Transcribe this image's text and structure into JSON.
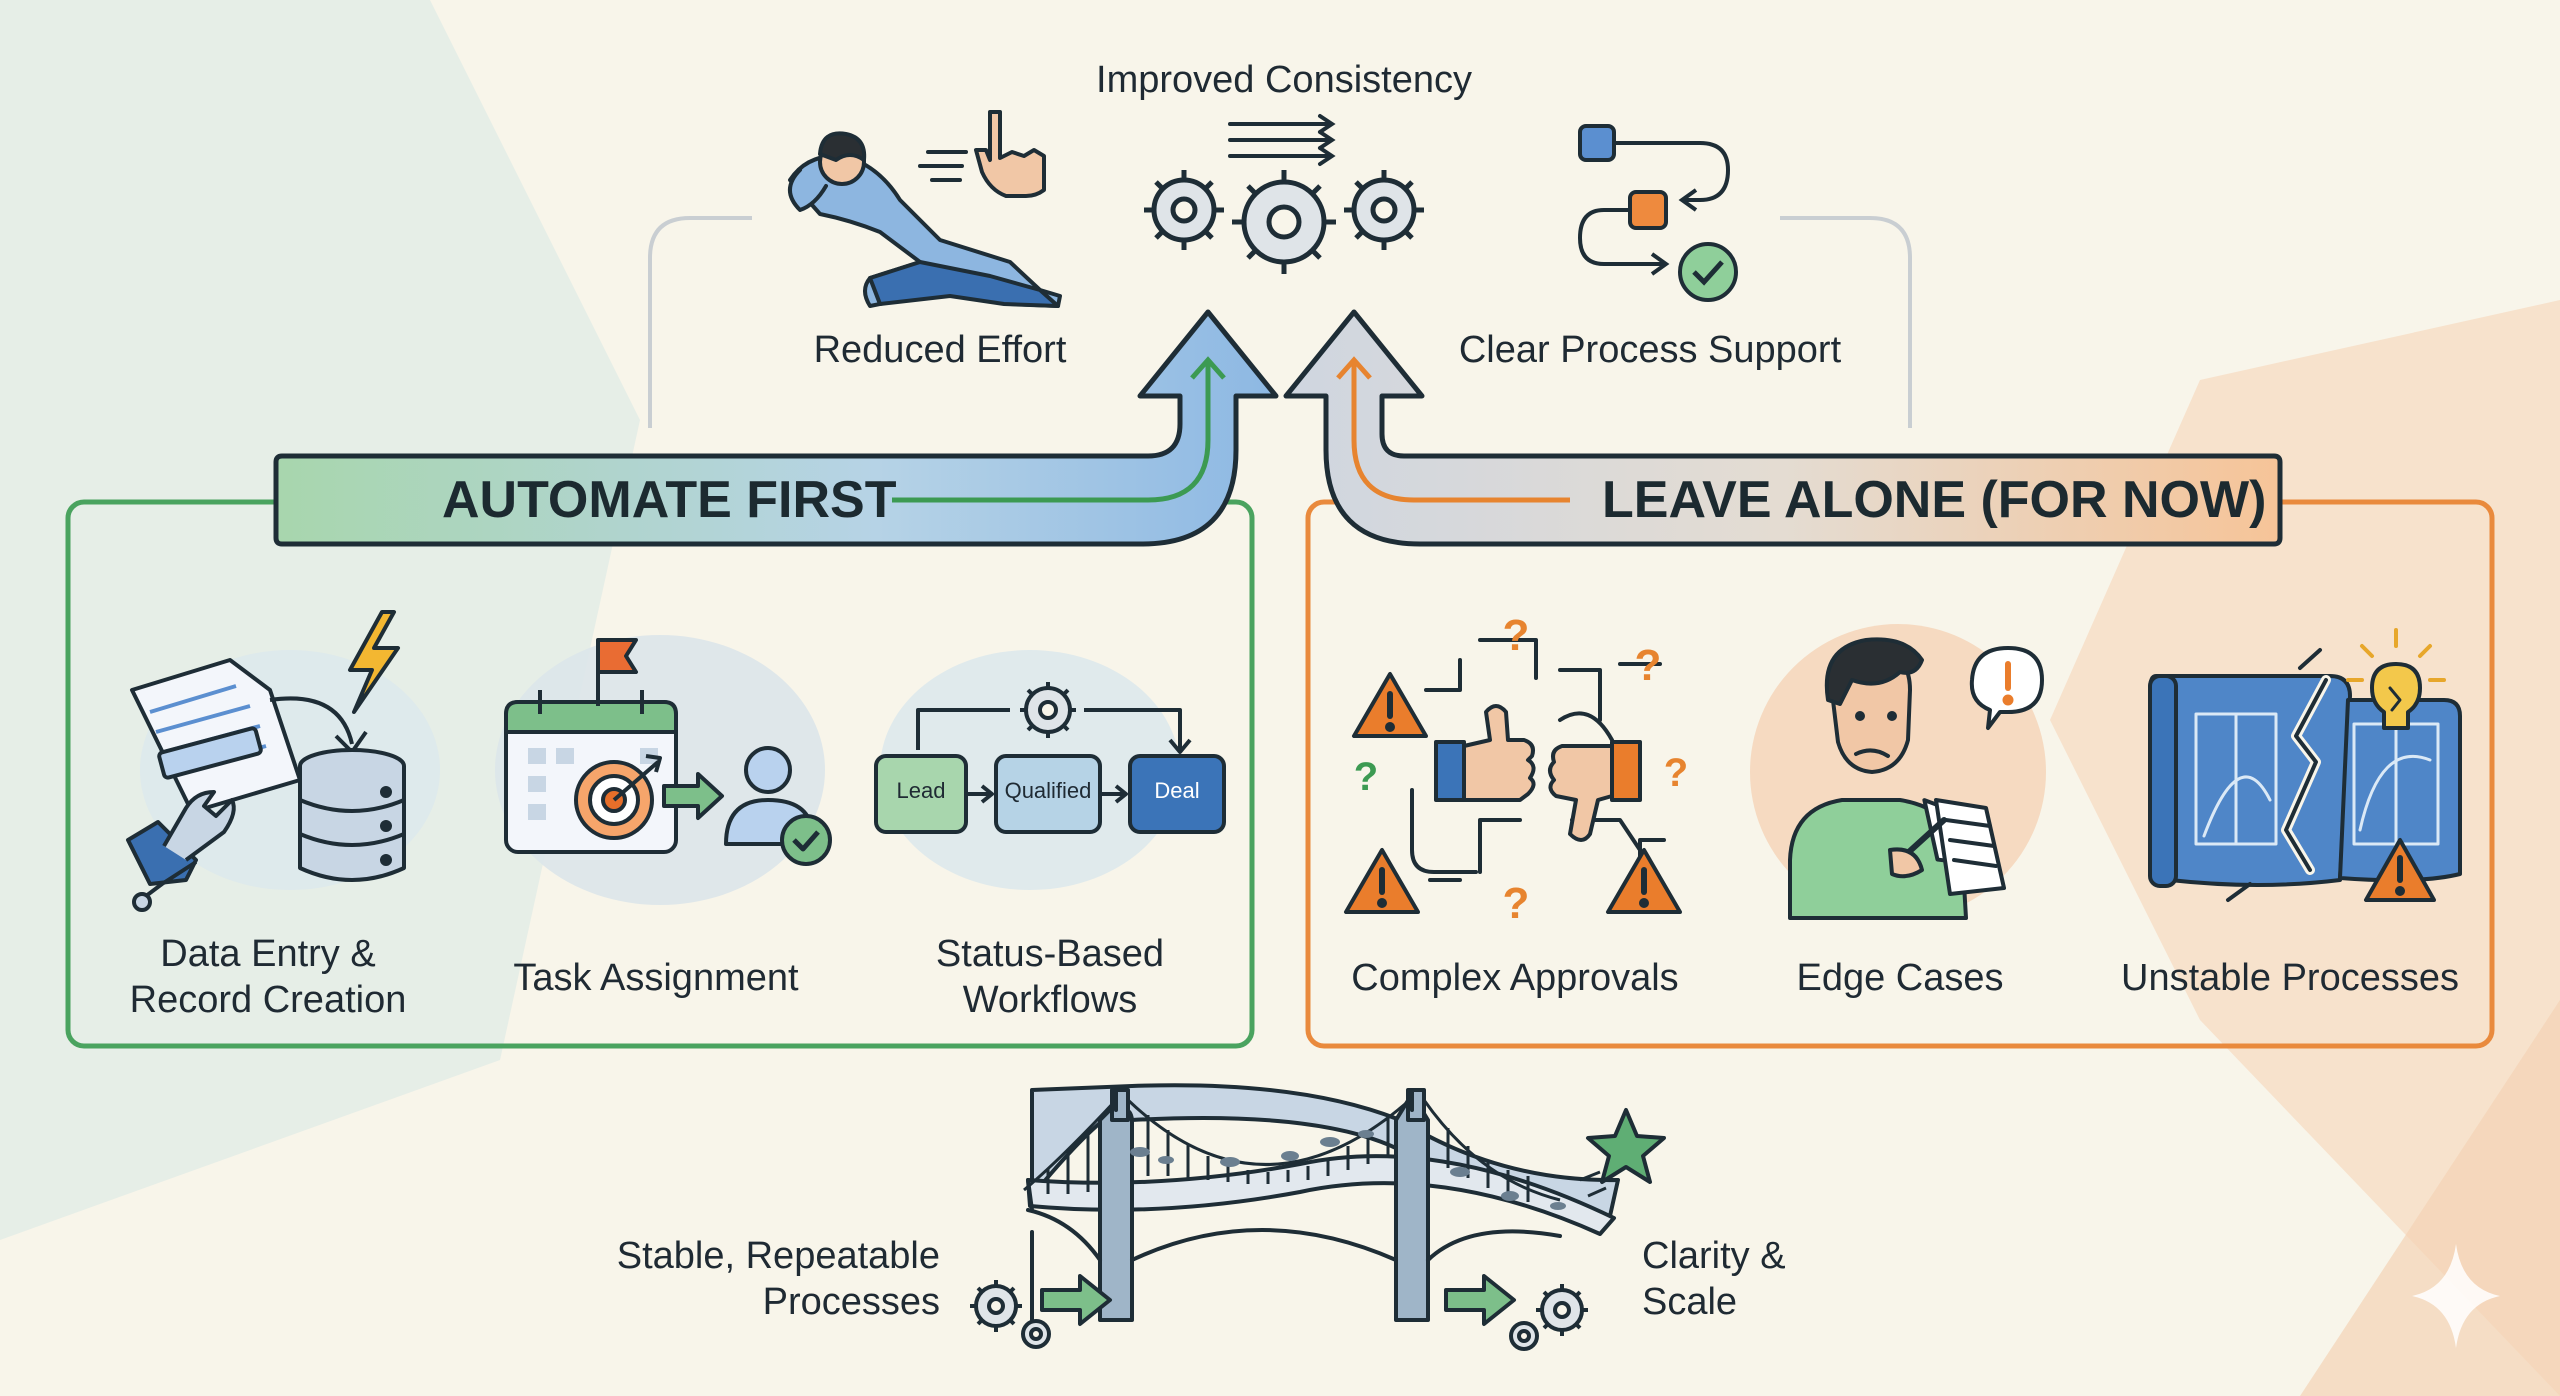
{
  "colors": {
    "automate_green": "#4aa35f",
    "leave_orange": "#e98a3d",
    "ink": "#1f2a33",
    "blue": "#3b74b8",
    "warning_orange": "#ea7d2c"
  },
  "outcomes": {
    "reduced_effort": "Reduced Effort",
    "improved_consistency": "Improved Consistency",
    "clear_process_support": "Clear Process Support"
  },
  "automate": {
    "title": "AUTOMATE FIRST",
    "items": [
      {
        "line1": "Data Entry &",
        "line2": "Record Creation",
        "icon": "document-database-icon"
      },
      {
        "line1": "Task Assignment",
        "icon": "calendar-target-user-icon"
      },
      {
        "line1": "Status-Based",
        "line2": "Workflows",
        "icon": "workflow-icon"
      }
    ],
    "workflow_stages": [
      "Lead",
      "Qualified",
      "Deal"
    ]
  },
  "leave": {
    "title": "LEAVE ALONE (FOR NOW)",
    "items": [
      {
        "line1": "Complex Approvals",
        "icon": "thumbs-approval-icon"
      },
      {
        "line1": "Edge Cases",
        "icon": "confused-person-icon"
      },
      {
        "line1": "Unstable Processes",
        "icon": "broken-blueprint-icon"
      }
    ]
  },
  "bridge": {
    "left_line1": "Stable, Repeatable",
    "left_line2": "Processes",
    "right_line1": "Clarity &",
    "right_line2": "Scale"
  }
}
